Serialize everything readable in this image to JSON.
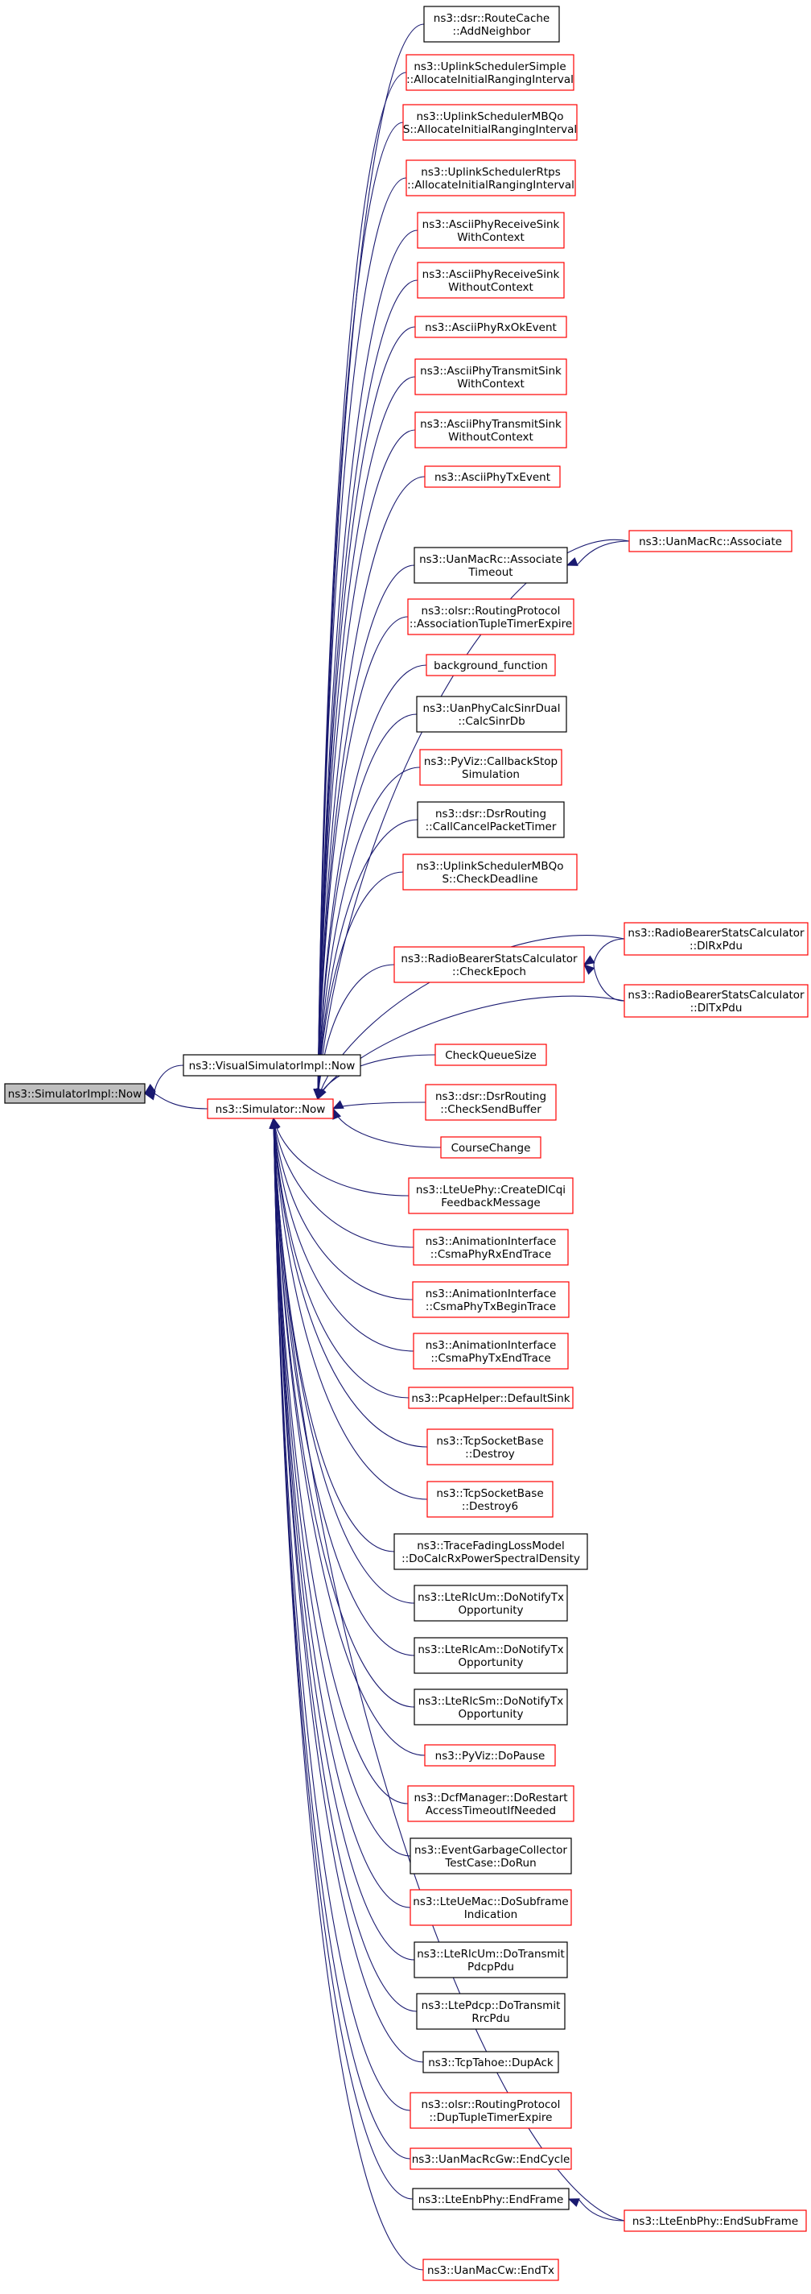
{
  "colors": {
    "edge": "#191970",
    "border_red": "#ff0000",
    "border_black": "#000000",
    "focus_fill": "#bfbfbf",
    "background": "#ffffff"
  },
  "nodes": [
    {
      "id": "simimpl_now",
      "lines": [
        "ns3::SimulatorImpl::Now"
      ],
      "style": "focus"
    },
    {
      "id": "visual_now",
      "lines": [
        "ns3::VisualSimulatorImpl::Now"
      ],
      "style": "black"
    },
    {
      "id": "sim_now",
      "lines": [
        "ns3::Simulator::Now"
      ],
      "style": "red"
    },
    {
      "id": "addneighbor",
      "lines": [
        "ns3::dsr::RouteCache",
        "::AddNeighbor"
      ],
      "style": "black"
    },
    {
      "id": "ul_simple",
      "lines": [
        "ns3::UplinkSchedulerSimple",
        "::AllocateInitialRangingInterval"
      ],
      "style": "red"
    },
    {
      "id": "ul_mbqos",
      "lines": [
        "ns3::UplinkSchedulerMBQo",
        "S::AllocateInitialRangingInterval"
      ],
      "style": "red"
    },
    {
      "id": "ul_rtps",
      "lines": [
        "ns3::UplinkSchedulerRtps",
        "::AllocateInitialRangingInterval"
      ],
      "style": "red"
    },
    {
      "id": "ascii_rx_ctx",
      "lines": [
        "ns3::AsciiPhyReceiveSink",
        "WithContext"
      ],
      "style": "red"
    },
    {
      "id": "ascii_rx_noctx",
      "lines": [
        "ns3::AsciiPhyReceiveSink",
        "WithoutContext"
      ],
      "style": "red"
    },
    {
      "id": "ascii_rxok",
      "lines": [
        "ns3::AsciiPhyRxOkEvent"
      ],
      "style": "red"
    },
    {
      "id": "ascii_tx_ctx",
      "lines": [
        "ns3::AsciiPhyTransmitSink",
        "WithContext"
      ],
      "style": "red"
    },
    {
      "id": "ascii_tx_noctx",
      "lines": [
        "ns3::AsciiPhyTransmitSink",
        "WithoutContext"
      ],
      "style": "red"
    },
    {
      "id": "ascii_txevent",
      "lines": [
        "ns3::AsciiPhyTxEvent"
      ],
      "style": "red"
    },
    {
      "id": "uanrc_assoc_to",
      "lines": [
        "ns3::UanMacRc::Associate",
        "Timeout"
      ],
      "style": "black"
    },
    {
      "id": "uanrc_assoc",
      "lines": [
        "ns3::UanMacRc::Associate"
      ],
      "style": "red"
    },
    {
      "id": "olsr_assoc",
      "lines": [
        "ns3::olsr::RoutingProtocol",
        "::AssociationTupleTimerExpire"
      ],
      "style": "red"
    },
    {
      "id": "background_fn",
      "lines": [
        "background_function"
      ],
      "style": "red"
    },
    {
      "id": "uanphy_calc",
      "lines": [
        "ns3::UanPhyCalcSinrDual",
        "::CalcSinrDb"
      ],
      "style": "black"
    },
    {
      "id": "pyviz_cbstop",
      "lines": [
        "ns3::PyViz::CallbackStop",
        "Simulation"
      ],
      "style": "red"
    },
    {
      "id": "dsr_cancel",
      "lines": [
        "ns3::dsr::DsrRouting",
        "::CallCancelPacketTimer"
      ],
      "style": "black"
    },
    {
      "id": "ul_deadline",
      "lines": [
        "ns3::UplinkSchedulerMBQo",
        "S::CheckDeadline"
      ],
      "style": "red"
    },
    {
      "id": "rb_checkepoch",
      "lines": [
        "ns3::RadioBearerStatsCalculator",
        "::CheckEpoch"
      ],
      "style": "red"
    },
    {
      "id": "rb_dlrx",
      "lines": [
        "ns3::RadioBearerStatsCalculator",
        "::DlRxPdu"
      ],
      "style": "red"
    },
    {
      "id": "rb_dltx",
      "lines": [
        "ns3::RadioBearerStatsCalculator",
        "::DlTxPdu"
      ],
      "style": "red"
    },
    {
      "id": "checkqueue",
      "lines": [
        "CheckQueueSize"
      ],
      "style": "red"
    },
    {
      "id": "dsr_sendbuf",
      "lines": [
        "ns3::dsr::DsrRouting",
        "::CheckSendBuffer"
      ],
      "style": "red"
    },
    {
      "id": "coursechange",
      "lines": [
        "CourseChange"
      ],
      "style": "red"
    },
    {
      "id": "lteue_cqi",
      "lines": [
        "ns3::LteUePhy::CreateDlCqi",
        "FeedbackMessage"
      ],
      "style": "red"
    },
    {
      "id": "anim_rxend",
      "lines": [
        "ns3::AnimationInterface",
        "::CsmaPhyRxEndTrace"
      ],
      "style": "red"
    },
    {
      "id": "anim_txbegin",
      "lines": [
        "ns3::AnimationInterface",
        "::CsmaPhyTxBeginTrace"
      ],
      "style": "red"
    },
    {
      "id": "anim_txend",
      "lines": [
        "ns3::AnimationInterface",
        "::CsmaPhyTxEndTrace"
      ],
      "style": "red"
    },
    {
      "id": "pcap_sink",
      "lines": [
        "ns3::PcapHelper::DefaultSink"
      ],
      "style": "red"
    },
    {
      "id": "tcp_destroy",
      "lines": [
        "ns3::TcpSocketBase",
        "::Destroy"
      ],
      "style": "red"
    },
    {
      "id": "tcp_destroy6",
      "lines": [
        "ns3::TcpSocketBase",
        "::Destroy6"
      ],
      "style": "red"
    },
    {
      "id": "trace_fading",
      "lines": [
        "ns3::TraceFadingLossModel",
        "::DoCalcRxPowerSpectralDensity"
      ],
      "style": "black"
    },
    {
      "id": "rlcum_notify",
      "lines": [
        "ns3::LteRlcUm::DoNotifyTx",
        "Opportunity"
      ],
      "style": "black"
    },
    {
      "id": "rlcam_notify",
      "lines": [
        "ns3::LteRlcAm::DoNotifyTx",
        "Opportunity"
      ],
      "style": "black"
    },
    {
      "id": "rlcsm_notify",
      "lines": [
        "ns3::LteRlcSm::DoNotifyTx",
        "Opportunity"
      ],
      "style": "black"
    },
    {
      "id": "pyviz_pause",
      "lines": [
        "ns3::PyViz::DoPause"
      ],
      "style": "red"
    },
    {
      "id": "dcf_restart",
      "lines": [
        "ns3::DcfManager::DoRestart",
        "AccessTimeoutIfNeeded"
      ],
      "style": "red"
    },
    {
      "id": "egc_dorun",
      "lines": [
        "ns3::EventGarbageCollector",
        "TestCase::DoRun"
      ],
      "style": "black"
    },
    {
      "id": "lteuemac_sub",
      "lines": [
        "ns3::LteUeMac::DoSubframe",
        "Indication"
      ],
      "style": "red"
    },
    {
      "id": "rlcum_transmit",
      "lines": [
        "ns3::LteRlcUm::DoTransmit",
        "PdcpPdu"
      ],
      "style": "black"
    },
    {
      "id": "ltepdcp_transmit",
      "lines": [
        "ns3::LtePdcp::DoTransmit",
        "RrcPdu"
      ],
      "style": "black"
    },
    {
      "id": "tahoe_dupack",
      "lines": [
        "ns3::TcpTahoe::DupAck"
      ],
      "style": "black"
    },
    {
      "id": "olsr_dup",
      "lines": [
        "ns3::olsr::RoutingProtocol",
        "::DupTupleTimerExpire"
      ],
      "style": "red"
    },
    {
      "id": "uanrcgw_endcycle",
      "lines": [
        "ns3::UanMacRcGw::EndCycle"
      ],
      "style": "red"
    },
    {
      "id": "enbphy_endframe",
      "lines": [
        "ns3::LteEnbPhy::EndFrame"
      ],
      "style": "black"
    },
    {
      "id": "enbphy_endsub",
      "lines": [
        "ns3::LteEnbPhy::EndSubFrame"
      ],
      "style": "red"
    },
    {
      "id": "uancw_endtx",
      "lines": [
        "ns3::UanMacCw::EndTx"
      ],
      "style": "red"
    }
  ]
}
